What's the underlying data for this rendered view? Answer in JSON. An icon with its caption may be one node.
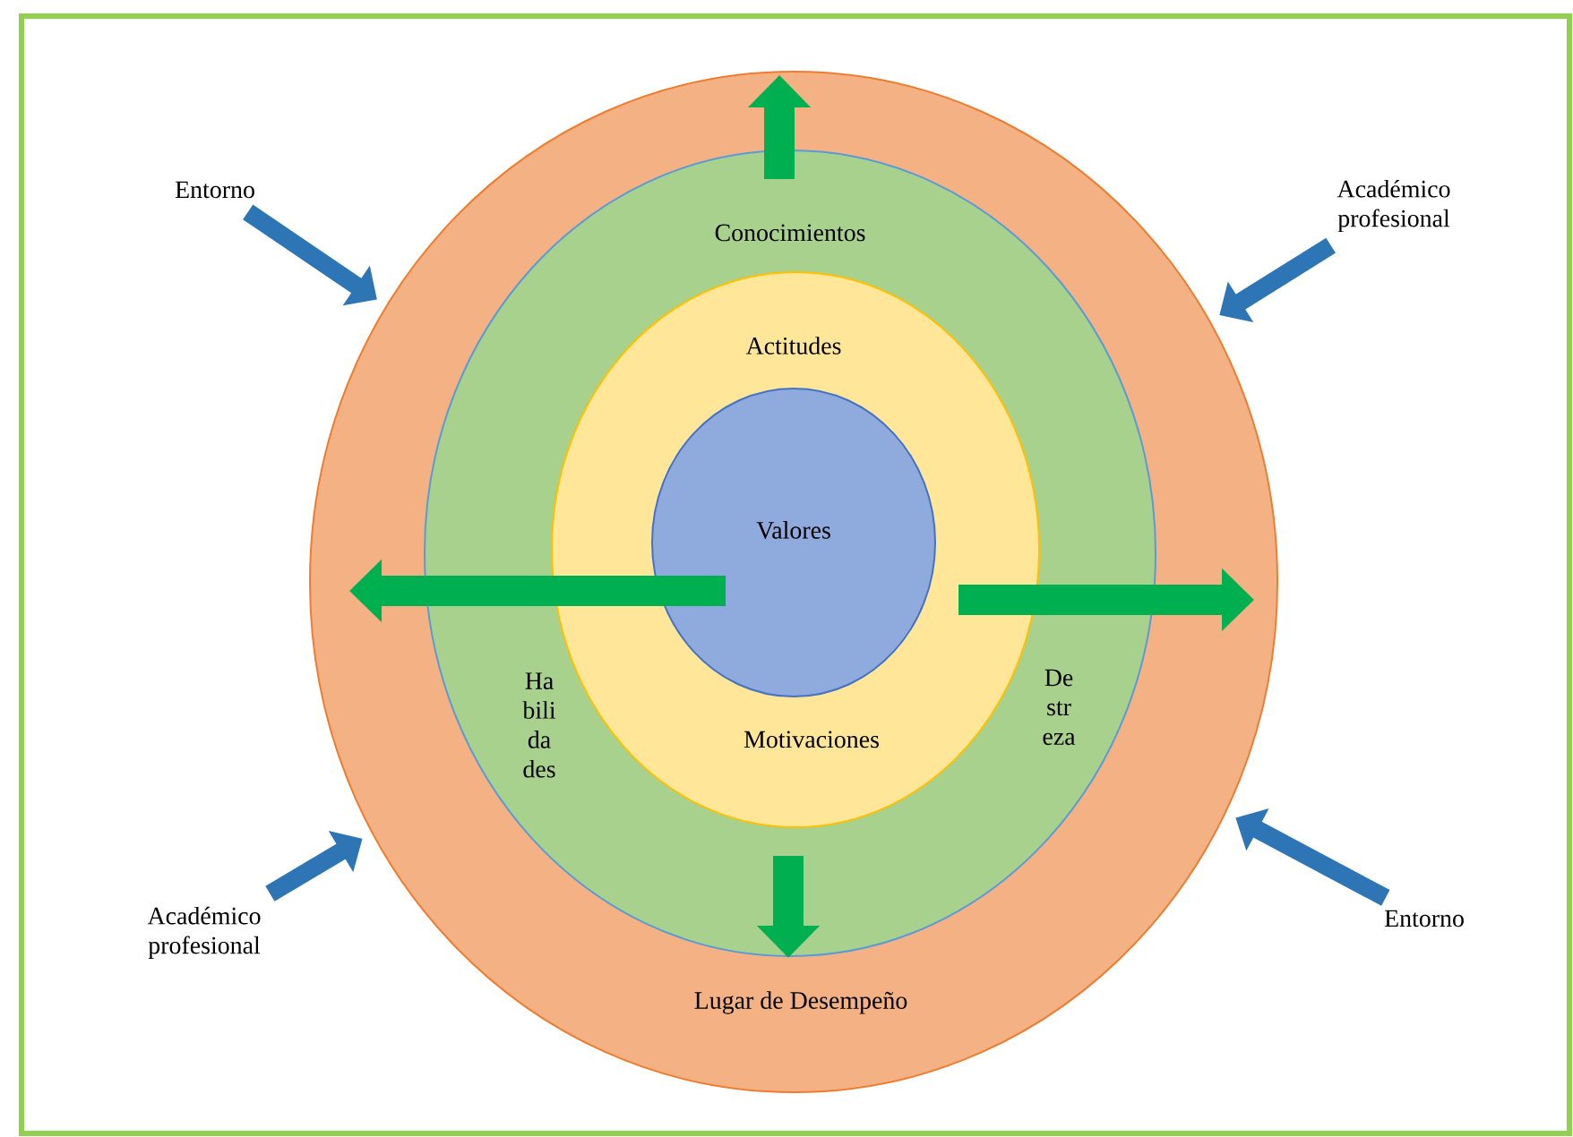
{
  "diagram": {
    "nodes": [
      {
        "text": [
          "Lugar de Desempeño"
        ]
      },
      {
        "text": [
          "Conocimientos",
          "Ha bili da des",
          "De str eza"
        ],
        "in": 0
      },
      {
        "text": [
          "Actitudes",
          "Motivaciones"
        ],
        "in": 1
      },
      {
        "text": [
          "Valores"
        ],
        "in": 2
      },
      {
        "text": [
          "Entorno"
        ]
      },
      {
        "text": [
          "Académico profesional"
        ]
      },
      {
        "text": [
          "Académico profesional"
        ]
      },
      {
        "text": [
          "Entorno"
        ]
      }
    ],
    "edges": [
      {
        "from": 4,
        "to": 0,
        "arrow": "to"
      },
      {
        "from": 5,
        "to": 0,
        "arrow": "to"
      },
      {
        "from": 6,
        "to": 0,
        "arrow": "to"
      },
      {
        "from": 7,
        "to": 0,
        "arrow": "to"
      }
    ]
  }
}
